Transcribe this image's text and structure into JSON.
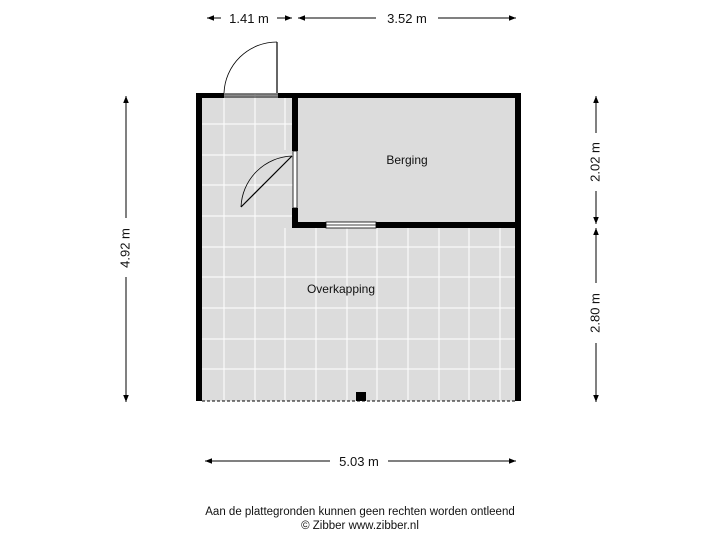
{
  "dimensions": {
    "top_left": "1.41 m",
    "top_right": "3.52 m",
    "left": "4.92 m",
    "right_top": "2.02 m",
    "right_bottom": "2.80 m",
    "bottom": "5.03 m"
  },
  "rooms": {
    "berging": "Berging",
    "overkapping": "Overkapping"
  },
  "footer": {
    "disclaimer": "Aan de plattegronden kunnen geen rechten worden ontleend",
    "copyright": "© Zibber www.zibber.nl"
  },
  "colors": {
    "wall": "#000000",
    "floor": "#dcdcdc",
    "grid": "#ffffff",
    "dim_line": "#000000"
  }
}
